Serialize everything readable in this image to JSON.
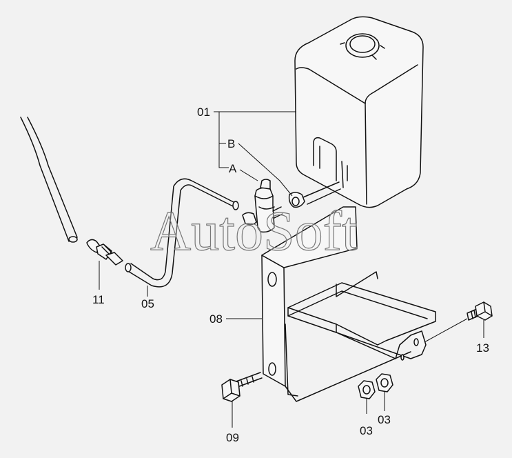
{
  "watermark": "AutoSoft",
  "callouts": {
    "tank": "01",
    "port_b": "B",
    "port_a": "A",
    "hose": "05",
    "connector": "11",
    "bracket": "08",
    "bolt_left": "09",
    "nut_left": "03",
    "nut_right": "03",
    "bolt_right": "13"
  }
}
